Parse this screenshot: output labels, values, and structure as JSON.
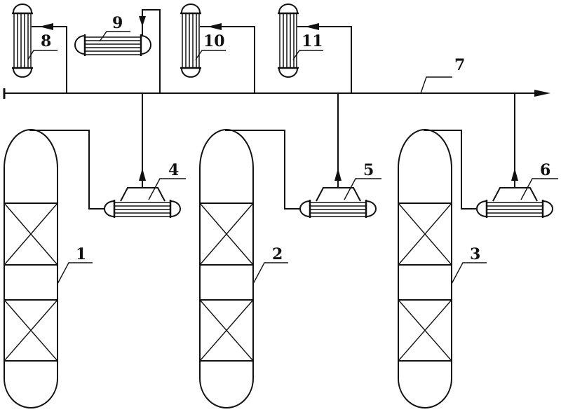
{
  "diagram": {
    "type": "process-flow-schematic",
    "colors": {
      "line": "#111111",
      "background": "#ffffff"
    },
    "equipment": [
      {
        "id": "1",
        "label": "1",
        "kind": "packed-column"
      },
      {
        "id": "2",
        "label": "2",
        "kind": "packed-column"
      },
      {
        "id": "3",
        "label": "3",
        "kind": "packed-column"
      },
      {
        "id": "4",
        "label": "4",
        "kind": "horizontal-heat-exchanger-with-dome"
      },
      {
        "id": "5",
        "label": "5",
        "kind": "horizontal-heat-exchanger-with-dome"
      },
      {
        "id": "6",
        "label": "6",
        "kind": "horizontal-heat-exchanger-with-dome"
      },
      {
        "id": "7",
        "label": "7",
        "kind": "main-header-pipe"
      },
      {
        "id": "8",
        "label": "8",
        "kind": "vertical-heat-exchanger"
      },
      {
        "id": "9",
        "label": "9",
        "kind": "horizontal-heat-exchanger"
      },
      {
        "id": "10",
        "label": "10",
        "kind": "vertical-heat-exchanger"
      },
      {
        "id": "11",
        "label": "11",
        "kind": "vertical-heat-exchanger"
      }
    ],
    "connections": [
      {
        "from": "1",
        "to": "4"
      },
      {
        "from": "2",
        "to": "5"
      },
      {
        "from": "3",
        "to": "6"
      },
      {
        "from": "4",
        "to": "7"
      },
      {
        "from": "5",
        "to": "7"
      },
      {
        "from": "6",
        "to": "7"
      },
      {
        "from": "7",
        "to": "8"
      },
      {
        "from": "7",
        "to": "9"
      },
      {
        "from": "7",
        "to": "10"
      },
      {
        "from": "7",
        "to": "11"
      }
    ]
  }
}
